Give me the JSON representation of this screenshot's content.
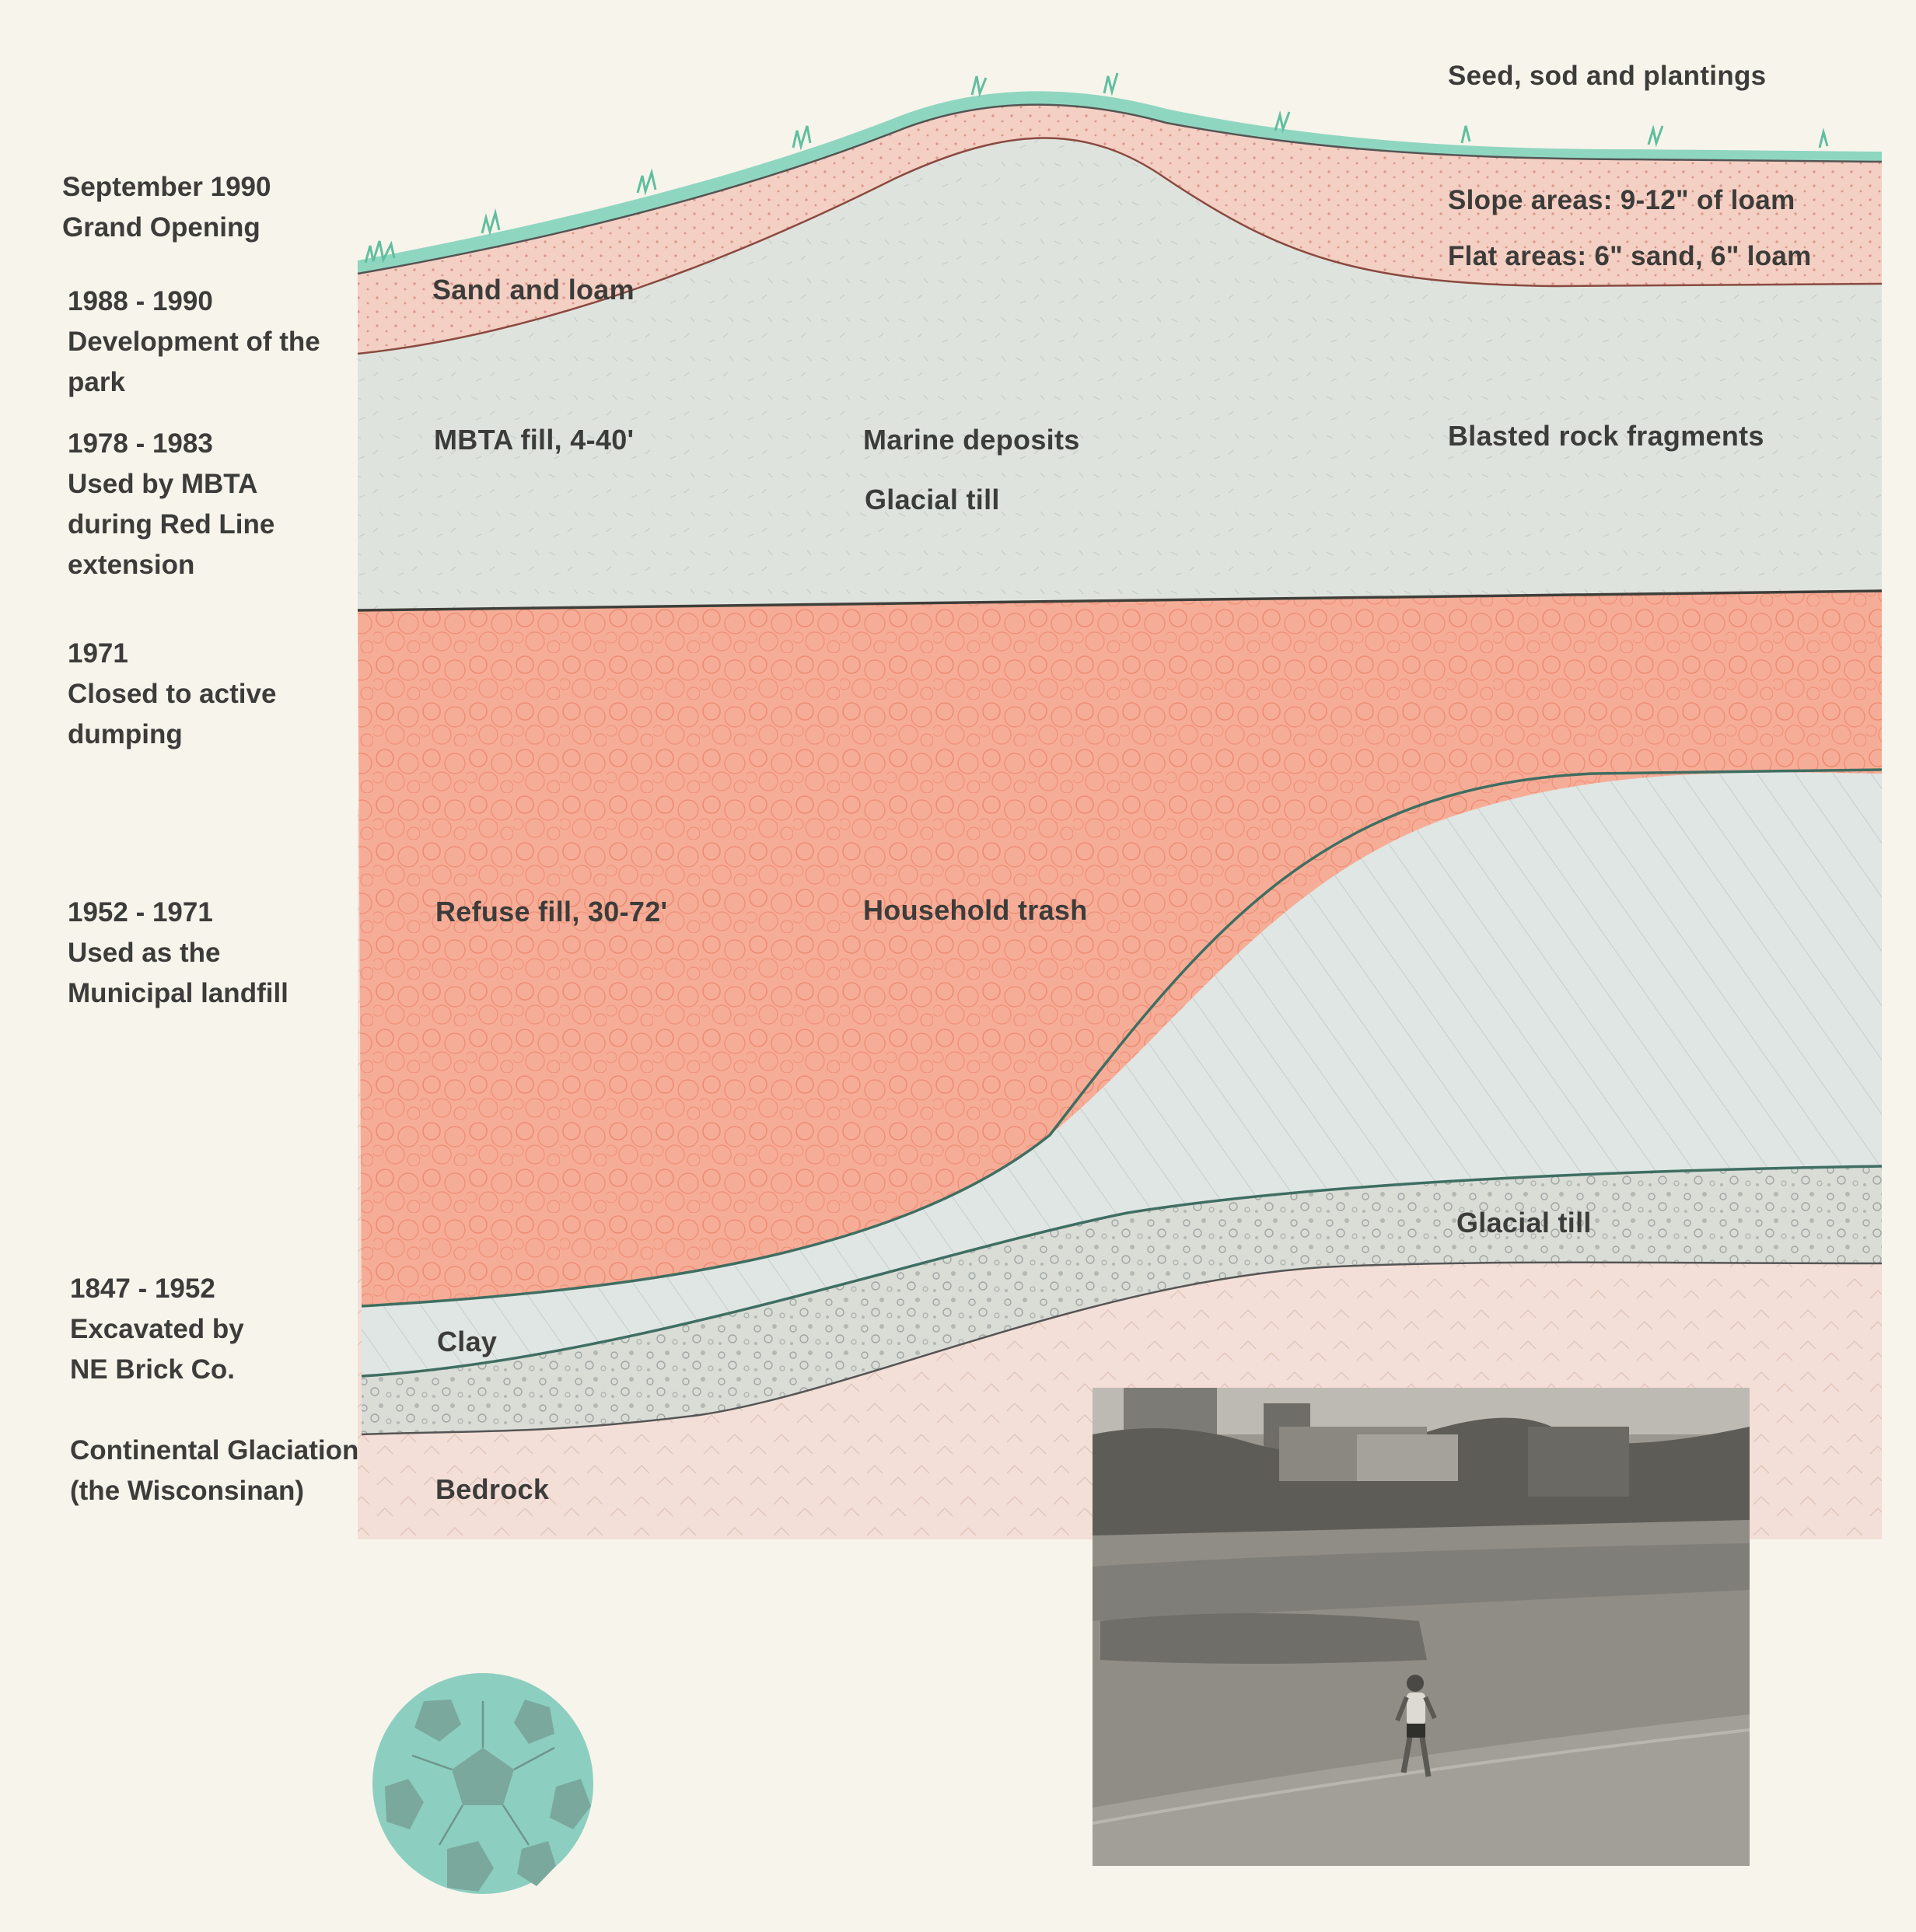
{
  "timeline": [
    {
      "lines": [
        "September 1990",
        "Grand Opening"
      ]
    },
    {
      "lines": [
        "1988 - 1990",
        "Development of the",
        "park"
      ]
    },
    {
      "lines": [
        "1978 - 1983",
        "Used by MBTA",
        "during Red Line",
        "extension"
      ]
    },
    {
      "lines": [
        "1971",
        "Closed to active",
        "dumping"
      ]
    },
    {
      "lines": [
        "1952 - 1971",
        "Used as the",
        "Municipal  landfill"
      ]
    },
    {
      "lines": [
        "1847 - 1952",
        "Excavated  by",
        "NE  Brick  Co."
      ]
    },
    {
      "lines": [
        "Continental Glaciation",
        "(the Wisconsinan)"
      ]
    }
  ],
  "layers": {
    "surface": {
      "seed": "Seed, sod and plantings",
      "slope": "Slope areas: 9-12\" of loam",
      "flat": "Flat areas: 6\" sand, 6\" loam",
      "sand_loam": "Sand and loam"
    },
    "mbta": {
      "fill": "MBTA fill, 4-40'",
      "marine": "Marine deposits",
      "glacial": "Glacial till",
      "blasted": "Blasted rock fragments"
    },
    "refuse": {
      "fill": "Refuse fill, 30-72'",
      "trash": "Household trash"
    },
    "lower": {
      "glacial_till": "Glacial till",
      "clay": "Clay",
      "bedrock": "Bedrock"
    }
  },
  "colors": {
    "paper": "#f7f4ec",
    "grass": "#7fd0b8",
    "sand_loam": "#f2c9bc",
    "mbta_fill": "#dde2dc",
    "refuse": "#f4a48e",
    "clay": "#d8e6e2",
    "glacial": "#d9dad6",
    "bedrock": "#f2dcd4",
    "ball": "#8ccfc0"
  },
  "icons": {
    "ball": "soccer-ball-icon",
    "photo": "park-jogger-photo"
  }
}
